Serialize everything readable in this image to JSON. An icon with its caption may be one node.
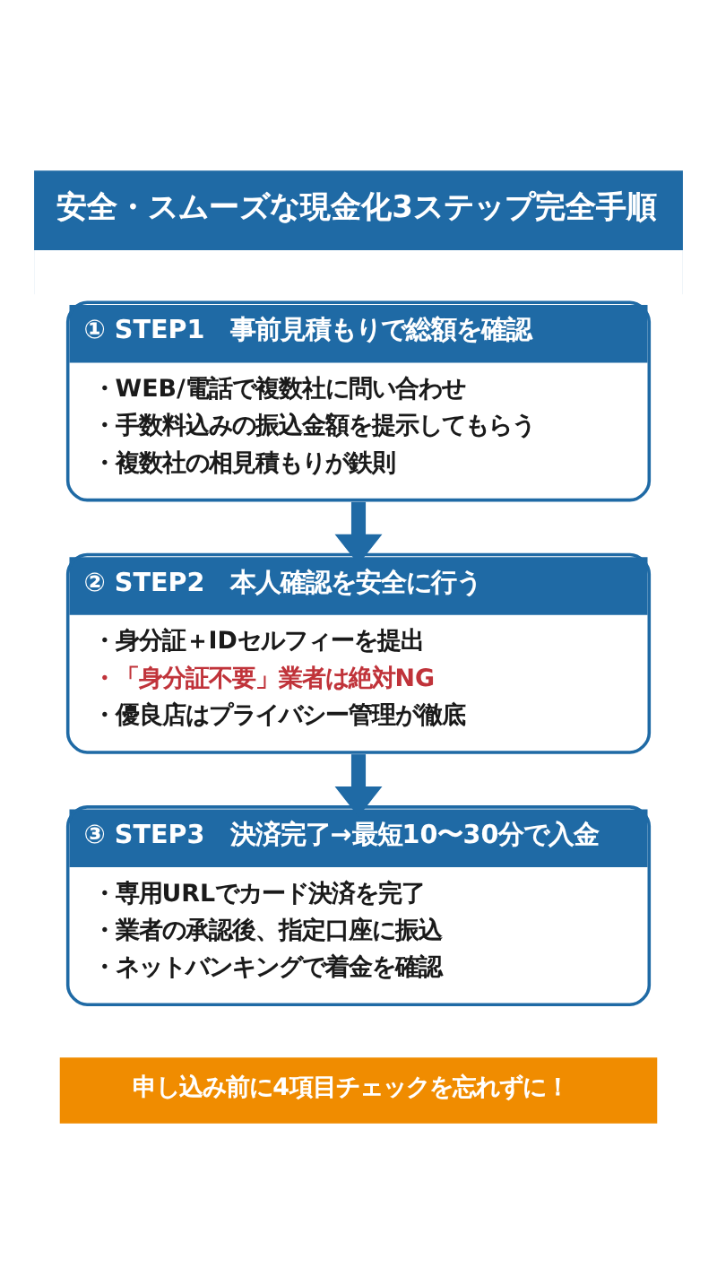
{
  "diagram": {
    "title": "安全・スムーズな現金化3ステップ完全手順",
    "nodes": [
      {
        "text": [
          "① STEP1　事前見積もりで総額を確認",
          "・WEB/電話で複数社に問い合わせ",
          "・手数料込みの振込金額を提示してもらう",
          "・複数社の相見積もりが鉄則"
        ]
      },
      {
        "text": [
          "② STEP2　本人確認を安全に行う",
          "・身分証＋IDセルフィーを提出",
          "・「身分証不要」業者は絶対NG",
          "・優良店はプライバシー管理が徹底"
        ]
      },
      {
        "text": [
          "③ STEP3　決済完了→最短10〜30分で入金",
          "・専用URLでカード決済を完了",
          "・業者の承認後、指定口座に振込",
          "・ネットバンキングで着金を確認"
        ]
      },
      {
        "text": [
          "申し込み前に4項目チェックを忘れずに！"
        ]
      }
    ],
    "edges": [
      {
        "from": 0,
        "to": 1,
        "arrow": "to"
      },
      {
        "from": 1,
        "to": 2,
        "arrow": "to"
      }
    ]
  }
}
